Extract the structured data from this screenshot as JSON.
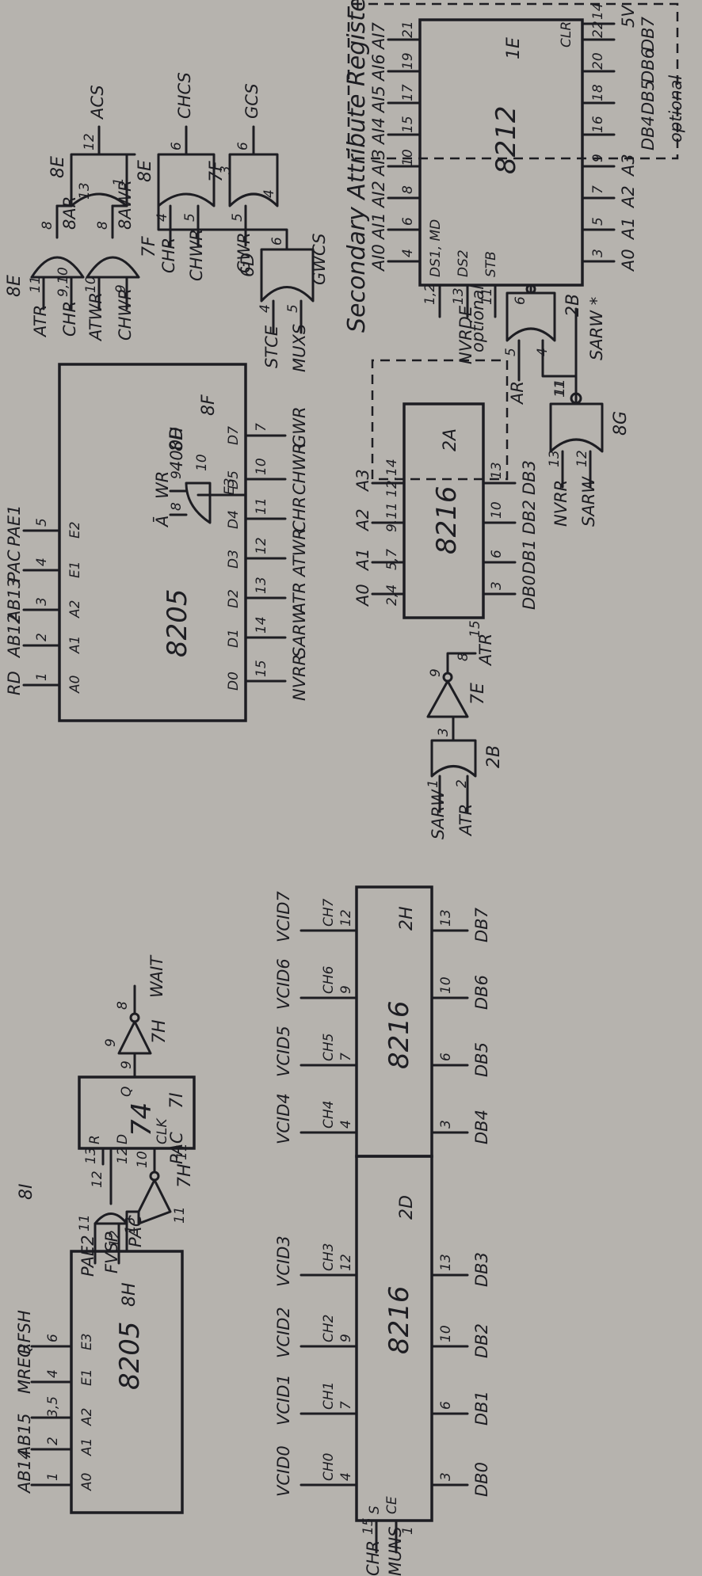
{
  "title": "Secondary Attribute Register",
  "power": "5V",
  "note": "SARW *",
  "optional_label": "optional",
  "chips": {
    "dec_8h": {
      "part": "8205",
      "ref": "8H",
      "inputs": [
        "AB14",
        "AB15",
        "MREQ",
        "RFSH"
      ],
      "pins": [
        "1",
        "2",
        "3,5",
        "4",
        "6"
      ],
      "pin_labels": [
        "A0",
        "A1",
        "A2",
        "E1",
        "E3"
      ],
      "out_pin": "12",
      "out_sig": "PAC"
    },
    "gate_8i": {
      "ref": "8I",
      "inputs": [
        "PAE2",
        "FVSP"
      ],
      "pins": [
        "11",
        "13",
        "12"
      ]
    },
    "inv_7h_a": {
      "ref": "7H",
      "pins": [
        "11",
        "10"
      ],
      "out_sig": "PAC"
    },
    "ff_7i": {
      "part": "74",
      "ref": "7I",
      "pins": [
        "13",
        "12",
        "11",
        "9"
      ],
      "pin_labels": [
        "R",
        "D",
        "CLK",
        "Q"
      ]
    },
    "inv_7h_b": {
      "ref": "7H",
      "pins": [
        "9",
        "8"
      ],
      "out_sig": "WAIT"
    },
    "buf_2d": {
      "part": "8216",
      "ref": "2D",
      "ctrl": [
        "S",
        "CE"
      ],
      "ctrl_in": [
        "CHR",
        "MUNS"
      ],
      "ctrl_pins": [
        "15",
        "1"
      ],
      "top": [
        "VCID0",
        "VCID1",
        "VCID2",
        "VCID3"
      ],
      "mid": [
        "CH0",
        "CH1",
        "CH2",
        "CH3"
      ],
      "top_pins": [
        "4",
        "7",
        "9",
        "12"
      ],
      "bot_pins": [
        "3",
        "6",
        "10",
        "13"
      ],
      "bot": [
        "DB0",
        "DB1",
        "DB2",
        "DB3"
      ]
    },
    "buf_2h": {
      "part": "8216",
      "ref": "2H",
      "top": [
        "VCID4",
        "VCID5",
        "VCID6",
        "VCID7"
      ],
      "mid": [
        "CH4",
        "CH5",
        "CH6",
        "CH7"
      ],
      "top_pins": [
        "4",
        "7",
        "9",
        "12"
      ],
      "bot_pins": [
        "3",
        "6",
        "10",
        "13"
      ],
      "bot": [
        "DB4",
        "DB5",
        "DB6",
        "DB7"
      ]
    },
    "dec_8f": {
      "part": "8205",
      "ref": "8F",
      "inputs": [
        "RD",
        "AB12",
        "AB13",
        "PAC",
        "PAE1"
      ],
      "in_pins": [
        "1",
        "2",
        "3",
        "4",
        "5"
      ],
      "pin_labels": [
        "A0",
        "A1",
        "A2",
        "E1",
        "E2",
        "E3"
      ],
      "out_labels": [
        "D0",
        "D1",
        "D2",
        "D3",
        "D4",
        "D5",
        "D7"
      ],
      "out_pins": [
        "15",
        "14",
        "13",
        "12",
        "11",
        "10",
        "7"
      ],
      "outputs": [
        "NVRR",
        "SARW",
        "ATR",
        "ATWR",
        "CHR",
        "CHWR",
        "GWR"
      ]
    },
    "gate_8d": {
      "ref": "8D",
      "inputs": [
        "Ā",
        "WR"
      ],
      "pins": [
        "10",
        "8",
        "9"
      ],
      "addr": "400H"
    },
    "gate_2b_a": {
      "ref": "2B",
      "inputs": [
        "SARW",
        "ATR"
      ],
      "pins": [
        "1",
        "2",
        "3"
      ]
    },
    "inv_7e": {
      "ref": "7E",
      "pins": [
        "9",
        "8"
      ],
      "out_sig": "ATR",
      "out_pin": "15"
    },
    "buf_2a": {
      "part": "8216",
      "ref": "2A",
      "top": [
        "A0",
        "A1",
        "A2",
        "A3"
      ],
      "top_pins": [
        "2,4",
        "5,7",
        "9,11",
        "12,14"
      ],
      "bot_pins": [
        "3",
        "6",
        "10",
        "13"
      ],
      "bot": [
        "DB0",
        "DB1",
        "DB2",
        "DB3"
      ]
    },
    "gate_8e_a": {
      "ref": "8E",
      "inputs": [
        "ATR",
        "CHR"
      ],
      "pins": [
        "11",
        "9,10",
        "8"
      ],
      "out_sig": "8AR"
    },
    "gate_7f_a": {
      "ref": "7F",
      "inputs": [
        "ATWR",
        "CHWR"
      ],
      "pins": [
        "10",
        "9",
        "8"
      ],
      "out_sig": "8AWR"
    },
    "gate_8e_b": {
      "ref": "8E",
      "pins": [
        "13",
        "1",
        "12"
      ],
      "output": "ACS"
    },
    "gate_8e_c": {
      "ref": "8E",
      "inputs": [
        "CHR",
        "CHWR"
      ],
      "pins": [
        "4",
        "5",
        "6",
        "3"
      ],
      "output": "CHCS"
    },
    "gate_7f_b": {
      "ref": "7F",
      "inputs": [
        "GWR"
      ],
      "pins": [
        "5",
        "4",
        "6"
      ],
      "output": "GCS"
    },
    "gate_6d": {
      "ref": "6D",
      "inputs": [
        "STCE",
        "MUXS"
      ],
      "pins": [
        "4",
        "5",
        "6"
      ],
      "out_sig": "GWCS"
    },
    "gate_8g": {
      "ref": "8G",
      "inputs": [
        "NVRR",
        "SARW"
      ],
      "pins": [
        "13",
        "12",
        "11"
      ]
    },
    "gate_2b_b": {
      "ref": "2B",
      "inputs": [
        "AR"
      ],
      "pins": [
        "5",
        "4",
        "6"
      ],
      "out_pin": "11"
    },
    "reg_1e": {
      "part": "8212",
      "ref": "1E",
      "ctrl_in": [
        "NVRDE"
      ],
      "ctrl_pins": [
        "1,2",
        "13",
        "11"
      ],
      "pin_labels": [
        "DS1, MD",
        "DS2",
        "STB",
        "CLR"
      ],
      "in_pins": [
        "3",
        "5",
        "7",
        "9",
        "16",
        "18",
        "20",
        "22"
      ],
      "out_pins": [
        "4",
        "6",
        "8",
        "10",
        "15",
        "17",
        "19",
        "21"
      ],
      "clr_pin": "14",
      "in": [
        "A0",
        "A1",
        "A2",
        "A3",
        "DB4",
        "DB5",
        "DB6",
        "DB7"
      ],
      "out": [
        "AI0",
        "AI1",
        "AI2",
        "AI3",
        "AI4",
        "AI5",
        "AI6",
        "AI7"
      ]
    }
  }
}
